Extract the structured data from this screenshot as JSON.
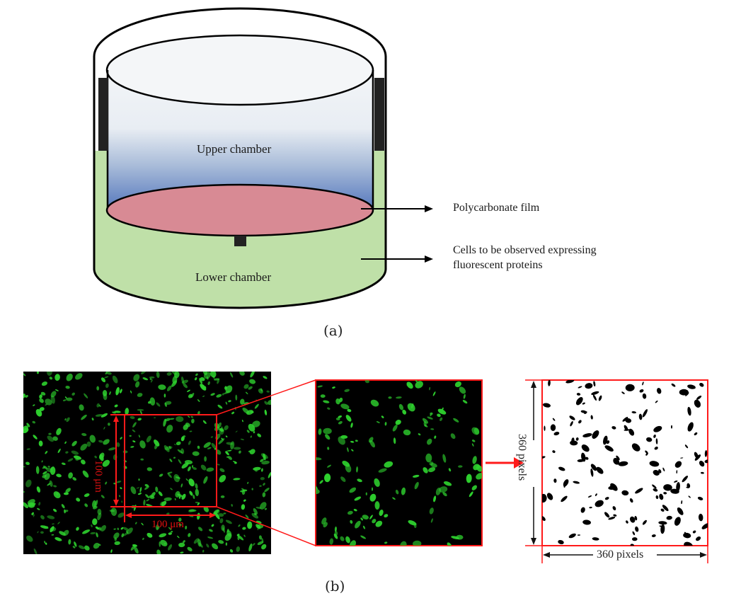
{
  "figure_a": {
    "panel_label": "(a)",
    "upper_chamber_label": "Upper chamber",
    "lower_chamber_label": "Lower chamber",
    "annotations": [
      {
        "text": "Polycarbonate film"
      },
      {
        "text": "Cells to be observed expressing fluorescent proteins"
      }
    ],
    "annotation_line1": "Cells to be observed expressing",
    "annotation_line2": "fluorescent proteins",
    "colors": {
      "upper_fill_top": "#f2f5f8",
      "upper_fill_bottom": "#5a7fc0",
      "lower_fill": "#bfe0a8",
      "film_fill": "#d88a94",
      "outline": "#000000"
    }
  },
  "figure_b": {
    "panel_label": "(b)",
    "scale_vertical": "100 μm",
    "scale_horizontal": "100 μm",
    "binary_height_label": "360 pixels",
    "binary_width_label": "360 pixels",
    "colors": {
      "highlight": "#ff1a1a",
      "fluorescence": "#2ed12e",
      "background": "#000000"
    }
  }
}
